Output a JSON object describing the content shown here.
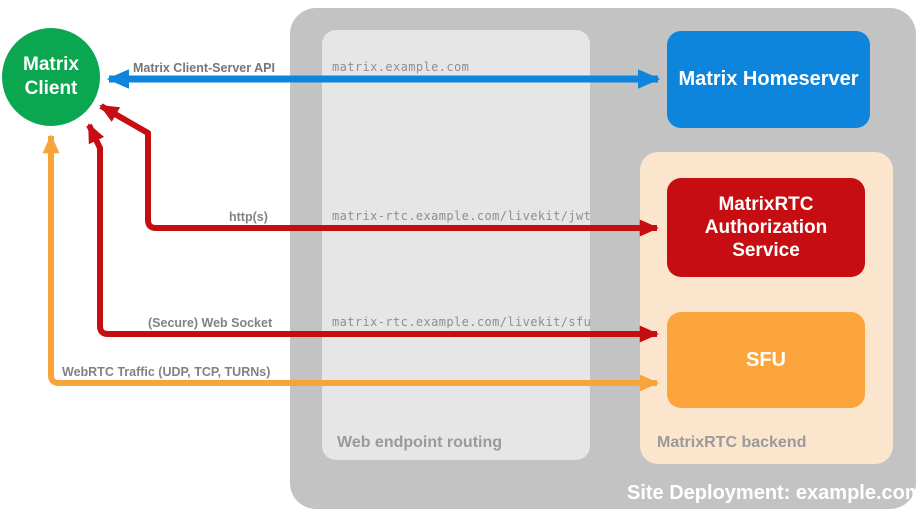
{
  "client": {
    "label": "Matrix Client",
    "color": "#0aa750"
  },
  "site": {
    "label": "Site Deployment: example.com",
    "bg": "#c3c3c3"
  },
  "routing": {
    "label": "Web endpoint routing",
    "bg": "#e6e6e6",
    "endpoints": {
      "homeserver": "matrix.example.com",
      "jwt": "matrix-rtc.example.com/livekit/jwt",
      "sfu": "matrix-rtc.example.com/livekit/sfu"
    }
  },
  "backend": {
    "label": "MatrixRTC backend",
    "bg": "#fce5cd"
  },
  "nodes": {
    "homeserver": {
      "label": "Matrix Homeserver",
      "color": "#0d85dd"
    },
    "auth": {
      "label": "MatrixRTC Authorization Service",
      "color": "#c60d11"
    },
    "sfu": {
      "label": "SFU",
      "color": "#fca53d"
    }
  },
  "connections": {
    "client_server_api": {
      "label": "Matrix Client-Server API",
      "color": "#0d85dd"
    },
    "https": {
      "label": "http(s)",
      "color": "#c60d11"
    },
    "websocket": {
      "label": "(Secure) Web Socket",
      "color": "#c60d11"
    },
    "webrtc": {
      "label": "WebRTC Traffic (UDP, TCP, TURNs)",
      "color": "#f8a33c"
    }
  }
}
